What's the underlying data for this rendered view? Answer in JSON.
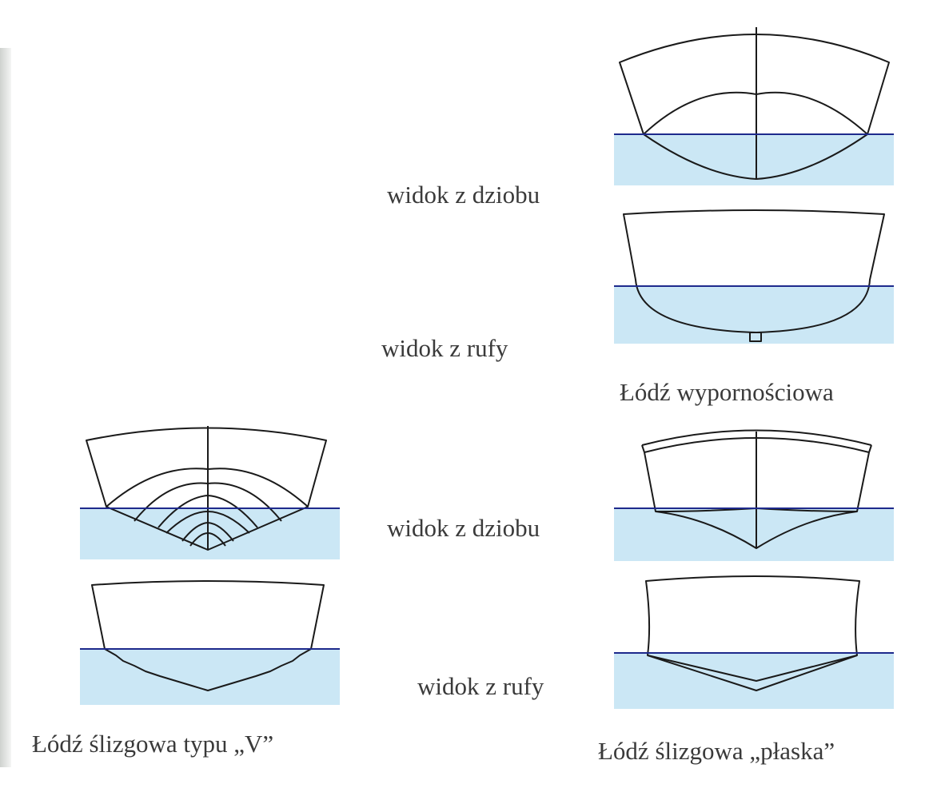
{
  "colors": {
    "water": "#cbe7f5",
    "waterline": "#1e2a8c",
    "hull_line": "#1a1a1a",
    "text": "#3a3a3a"
  },
  "displacement": {
    "caption": "Łódź wypornościowa",
    "bow_label": "widok z dziobu",
    "stern_label": "widok z rufy"
  },
  "planing_v": {
    "caption": "Łódź ślizgowa typu „V”",
    "bow_label": "widok z dziobu",
    "stern_label": "widok z rufy"
  },
  "planing_flat": {
    "caption": "Łódź ślizgowa „płaska”",
    "bow_label": "widok z dziobu",
    "stern_label": "widok z rufy"
  }
}
